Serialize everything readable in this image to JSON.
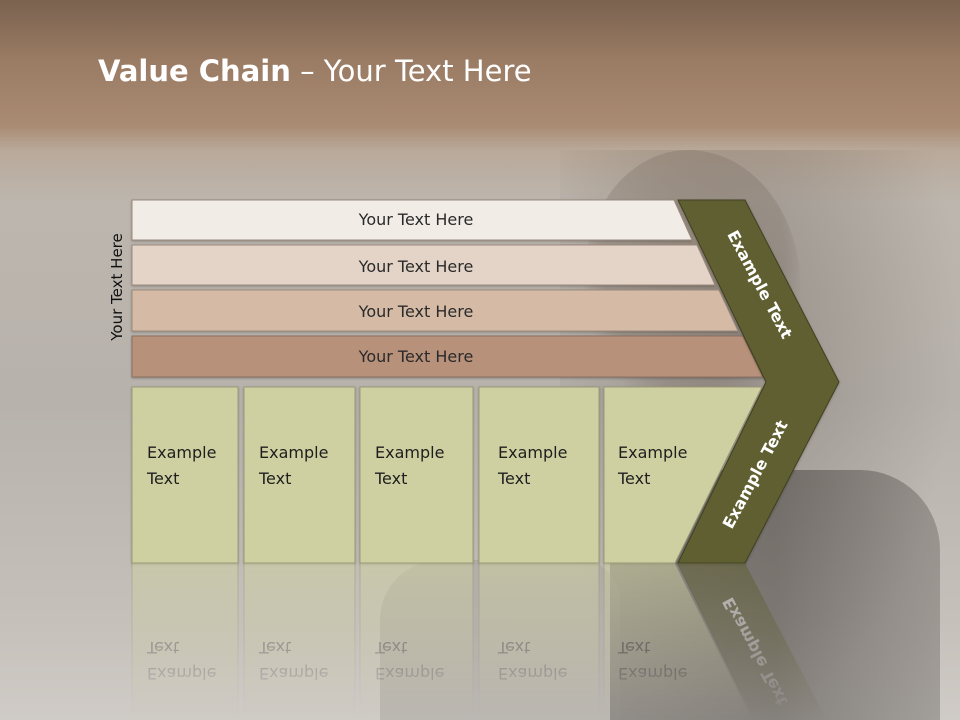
{
  "slide": {
    "title_bold": "Value Chain",
    "title_rest": " – Your Text Here",
    "side_label": "Your Text Here"
  },
  "bars": [
    {
      "label": "Your Text Here",
      "color": "#f2ece7"
    },
    {
      "label": "Your Text Here",
      "color": "#e4d4c7"
    },
    {
      "label": "Your Text Here",
      "color": "#d5bba6"
    },
    {
      "label": "Your Text Here",
      "color": "#b8917a"
    }
  ],
  "boxes": [
    {
      "line1": "Example",
      "line2": "Text"
    },
    {
      "line1": "Example",
      "line2": "Text"
    },
    {
      "line1": "Example",
      "line2": "Text"
    },
    {
      "line1": "Example",
      "line2": "Text"
    },
    {
      "line1": "Example",
      "line2": "Text"
    }
  ],
  "chevron": {
    "top_label": "Example Text",
    "bottom_label": "Example Text",
    "color": "#5f5f32"
  },
  "box_color": "#cfd0a2"
}
